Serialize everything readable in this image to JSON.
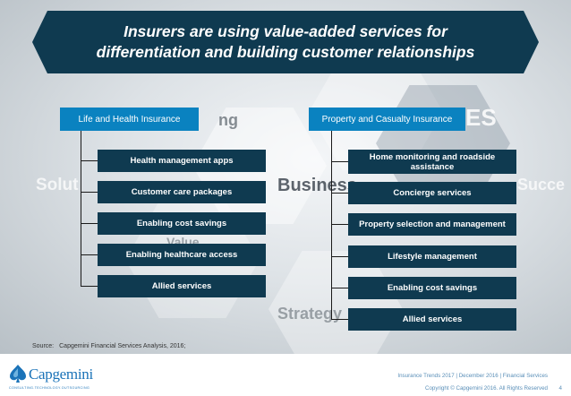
{
  "title": {
    "line1": "Insurers are using value-added services for",
    "line2": "differentiation and building customer relationships"
  },
  "background_words": {
    "w1": "Solut",
    "w2": "Business",
    "w3": "Strategy",
    "w4": "Succe",
    "w5": "ng",
    "w6": "ES",
    "w7": "Value"
  },
  "life": {
    "header": "Life and Health Insurance",
    "services": [
      "Health management apps",
      "Customer care packages",
      "Enabling cost savings",
      "Enabling healthcare access",
      "Allied services"
    ]
  },
  "property": {
    "header": "Property and Casualty Insurance",
    "services": [
      "Home monitoring and roadside assistance",
      "Concierge services",
      "Property selection and management",
      "Lifestyle management",
      "Enabling cost savings",
      "Allied services"
    ]
  },
  "source": {
    "label": "Source:",
    "text": "Capgemini Financial Services Analysis, 2016;"
  },
  "footer": {
    "logo_name": "Capgemini",
    "logo_tagline": "CONSULTING.TECHNOLOGY.OUTSOURCING",
    "line1": "Insurance Trends 2017 | December 2016 | Financial Services",
    "line2": "Copyright © Capgemini 2016. All Rights Reserved",
    "page": "4"
  },
  "colors": {
    "navy": "#0f3a50",
    "accent_blue": "#0a82c0",
    "brand_blue": "#1b73b8"
  }
}
